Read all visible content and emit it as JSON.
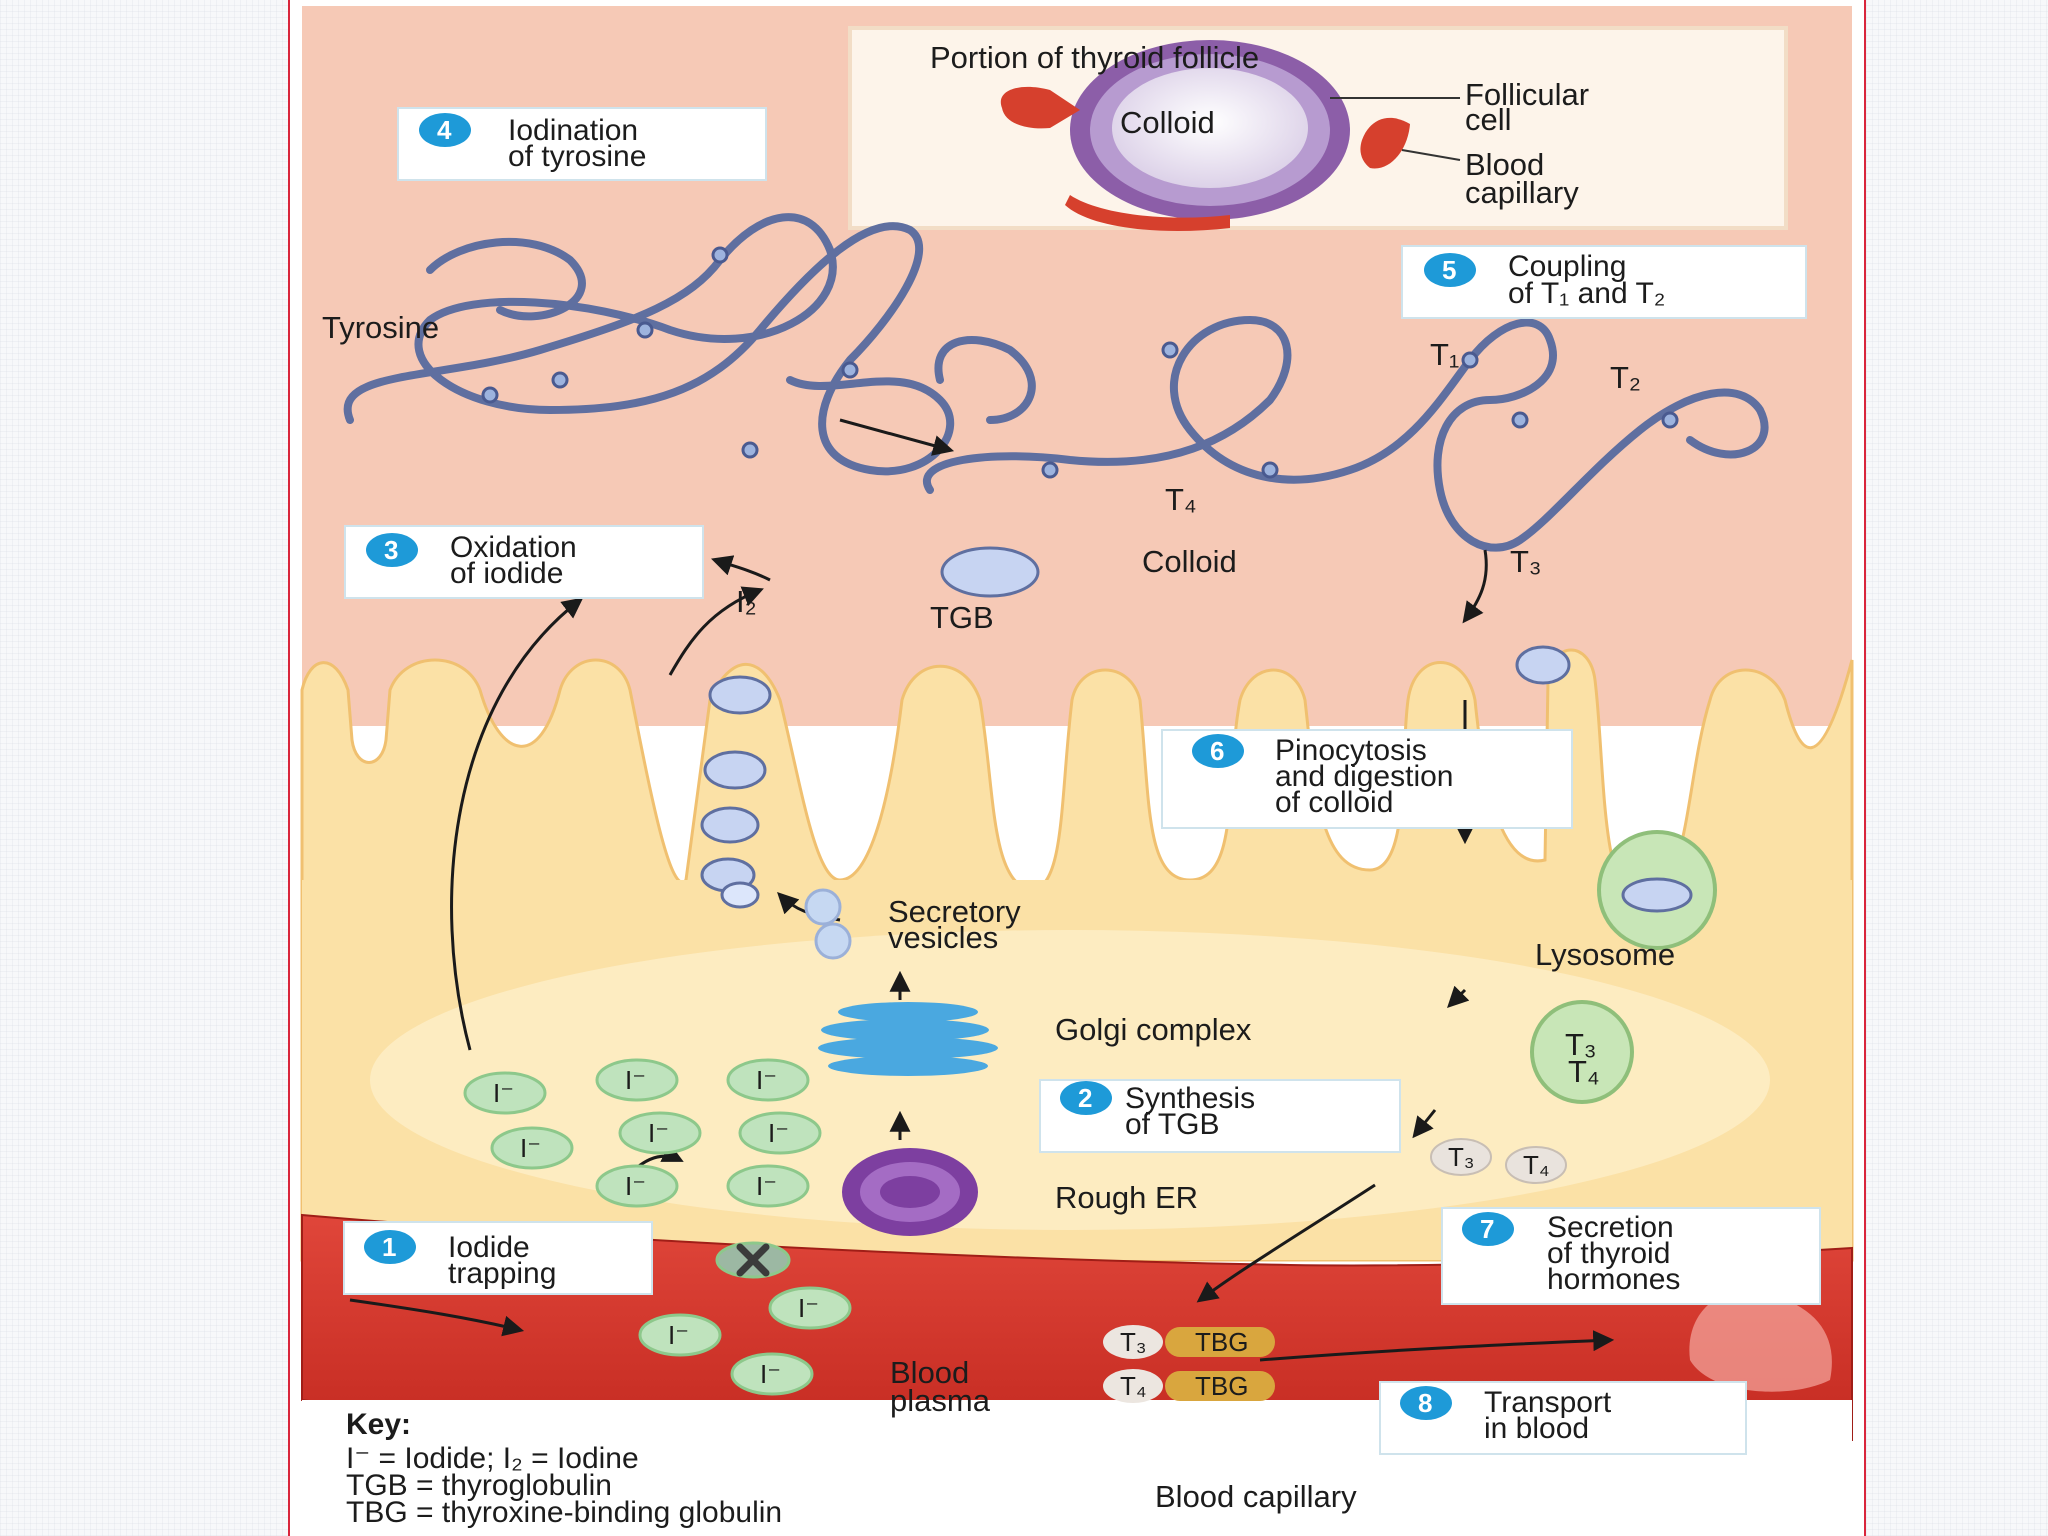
{
  "inset": {
    "title": "Portion of thyroid follicle",
    "colloid": "Colloid",
    "follicular_cell": [
      "Follicular",
      "cell"
    ],
    "blood_capillary": [
      "Blood",
      "capillary"
    ]
  },
  "steps": [
    {
      "num": "1",
      "lines": [
        "Iodide",
        "trapping"
      ]
    },
    {
      "num": "2",
      "lines": [
        "Synthesis",
        "of TGB"
      ]
    },
    {
      "num": "3",
      "lines": [
        "Oxidation",
        "of iodide"
      ]
    },
    {
      "num": "4",
      "lines": [
        "Iodination",
        "of tyrosine"
      ]
    },
    {
      "num": "5",
      "lines": [
        "Coupling",
        "of T₁ and T₂"
      ]
    },
    {
      "num": "6",
      "lines": [
        "Pinocytosis",
        "and digestion",
        "of colloid"
      ]
    },
    {
      "num": "7",
      "lines": [
        "Secretion",
        "of thyroid",
        "hormones"
      ]
    },
    {
      "num": "8",
      "lines": [
        "Transport",
        "in blood"
      ]
    }
  ],
  "labels": {
    "tyrosine": "Tyrosine",
    "t1": "T₁",
    "t2": "T₂",
    "t3": "T₃",
    "t4": "T₄",
    "colloid": "Colloid",
    "i2": "I₂",
    "tgb": "TGB",
    "secretory_vesicles": [
      "Secretory",
      "vesicles"
    ],
    "golgi_complex": "Golgi complex",
    "rough_er": "Rough ER",
    "lysosome": "Lysosome",
    "blood_plasma": [
      "Blood",
      "plasma"
    ],
    "blood_capillary": "Blood capillary",
    "iodide_ion": "I⁻",
    "tbg": "TBG",
    "lysosome_t3": "T₃",
    "lysosome_t4": "T₄"
  },
  "key": {
    "title": "Key:",
    "lines": [
      "I⁻ = Iodide; I₂ = Iodine",
      "TGB = thyroglobulin",
      "TBG = thyroxine-binding globulin"
    ]
  },
  "colors": {
    "colloid_bg": "#f6c9b6",
    "cell": "#fbe1a6",
    "blood": "#d63a2e",
    "chain": "#5f6fa0",
    "badge": "#1e9ad8",
    "ion": "#bfe3bd"
  }
}
